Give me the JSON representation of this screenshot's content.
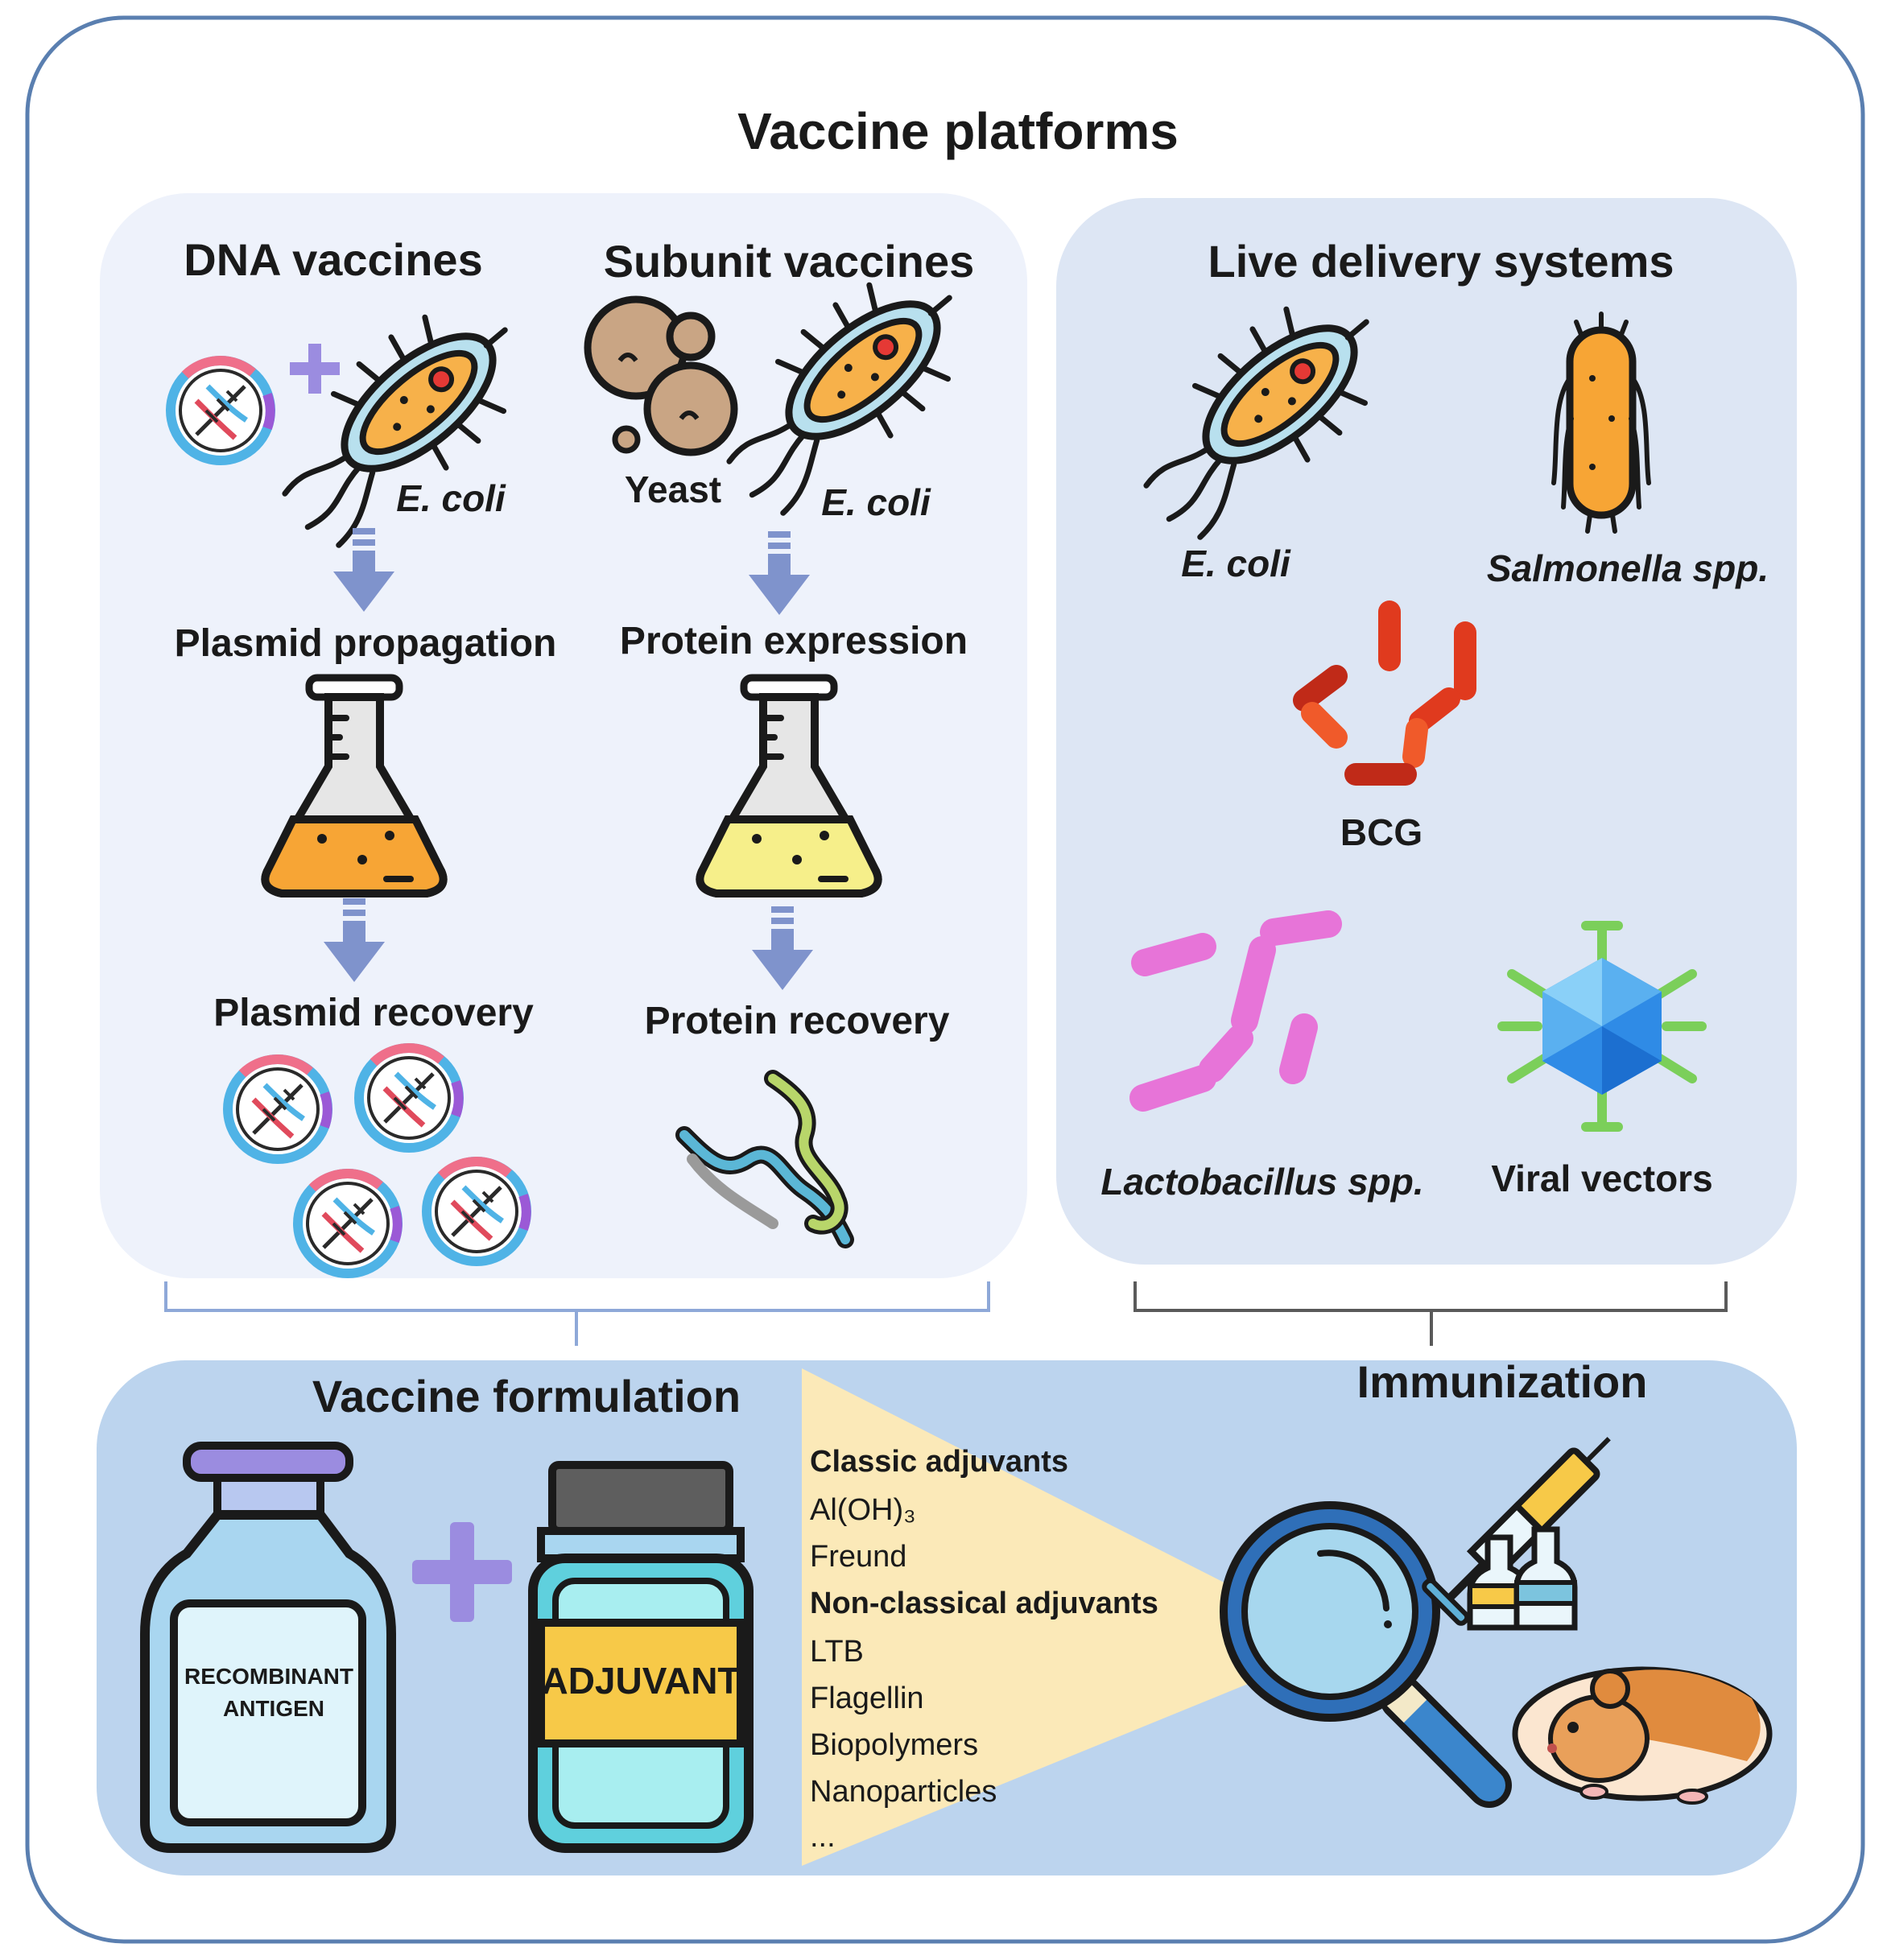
{
  "title": "Vaccine platforms",
  "dna": {
    "heading": "DNA vaccines",
    "organism": "E. coli",
    "step1": "Plasmid propagation",
    "step2": "Plasmid recovery"
  },
  "subunit": {
    "heading": "Subunit vaccines",
    "yeast": "Yeast",
    "organism": "E. coli",
    "step1": "Protein expression",
    "step2": "Protein recovery"
  },
  "live": {
    "heading": "Live delivery systems",
    "ecoli": "E. coli",
    "salmonella": "Salmonella spp.",
    "bcg": "BCG",
    "lacto": "Lactobacillus spp.",
    "viral": "Viral vectors"
  },
  "formulation": {
    "heading": "Vaccine formulation",
    "antigen_line1": "RECOMBINANT",
    "antigen_line2": "ANTIGEN",
    "adjuvant_label": "ADJUVANT",
    "classic_heading": "Classic adjuvants",
    "classic_1": "Al(OH)₃",
    "classic_2": "Freund",
    "nonclassic_heading": "Non-classical adjuvants",
    "nonclassic_1": "LTB",
    "nonclassic_2": "Flagellin",
    "nonclassic_3": "Biopolymers",
    "nonclassic_4": "Nanoparticles",
    "ellipsis": "..."
  },
  "immunization": {
    "heading": "Immunization"
  },
  "colors": {
    "panel_light": "#eef2fb",
    "panel_mid": "#dde6f4",
    "panel_bottom": "#bcd4ee",
    "arrow": "#7f93cc",
    "frame": "#5a7fb0"
  }
}
